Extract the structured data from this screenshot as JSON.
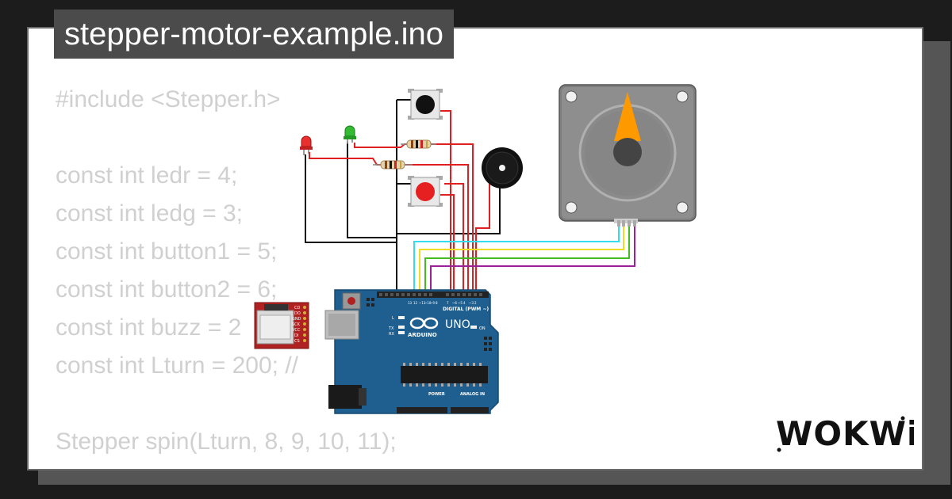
{
  "title": "stepper-motor-example.ino",
  "code_lines": [
    "#include <Stepper.h>",
    "",
    "const int ledr = 4;",
    "const int ledg = 3;",
    "const int button1 = 5;",
    "const int button2 = 6;",
    "const int buzz = 2",
    "const int Lturn = 200; //",
    "",
    "Stepper spin(Lturn, 8, 9, 10, 11);"
  ],
  "board": {
    "brand": "ARDUINO",
    "model": "UNO",
    "digital_label": "DIGITAL (PWM ~)",
    "analog_label": "ANALOG IN",
    "power_label": "POWER",
    "on_label": "ON",
    "tx_label": "TX",
    "rx_label": "RX",
    "l_label": "L"
  },
  "sd_module": {
    "pins": [
      "CD",
      "DO",
      "GND",
      "SCK",
      "VCC",
      "DI",
      "CS"
    ]
  },
  "logo": "WOKWi",
  "colors": {
    "background": "#1c1c1c",
    "card": "#ffffff",
    "title_bg": "#4b4b4b",
    "code_text": "#d0d0d0",
    "board_blue": "#1f5f8f",
    "wire_red": "#e02020",
    "wire_cyan": "#33ddee",
    "wire_yellow": "#eedd22",
    "wire_green": "#44bb22",
    "wire_purple": "#992299",
    "motor_needle": "#ff9900"
  },
  "icons": [
    "led-red-icon",
    "led-green-icon",
    "pushbutton-black-icon",
    "pushbutton-red-icon",
    "buzzer-icon",
    "stepper-motor-icon",
    "resistor-icon",
    "sd-card-module-icon",
    "arduino-uno-icon",
    "wokwi-logo-icon"
  ]
}
